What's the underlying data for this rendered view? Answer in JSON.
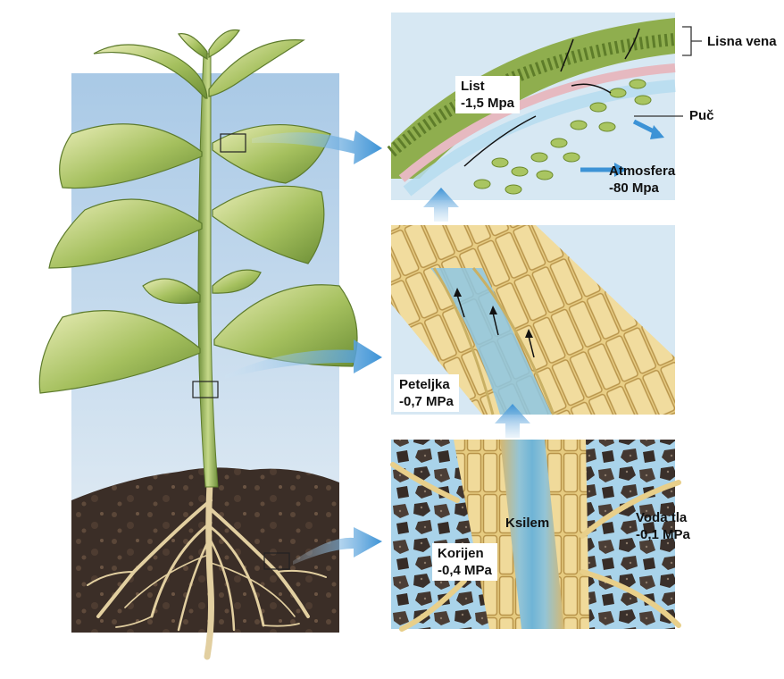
{
  "labels": {
    "lisna_vena": "Lisna vena",
    "list_name": "List",
    "list_value": "-1,5 Mpa",
    "puc": "Puč",
    "atmosfera_name": "Atmosfera",
    "atmosfera_value": "-80 Mpa",
    "peteljka_name": "Peteljka",
    "peteljka_value": "-0,7 MPa",
    "ksilem": "Ksilem",
    "voda_tla_name": "Voda tla",
    "voda_tla_value": "-0,1 MPa",
    "korijen_name": "Korijen",
    "korijen_value": "-0,4 MPa"
  },
  "colors": {
    "sky": "#c7dcef",
    "soil": "#4a3a30",
    "leaf": "#8fae4e",
    "arrow": "#4f9fdc",
    "cell": "#e8c878",
    "water": "#8ec7e3"
  }
}
